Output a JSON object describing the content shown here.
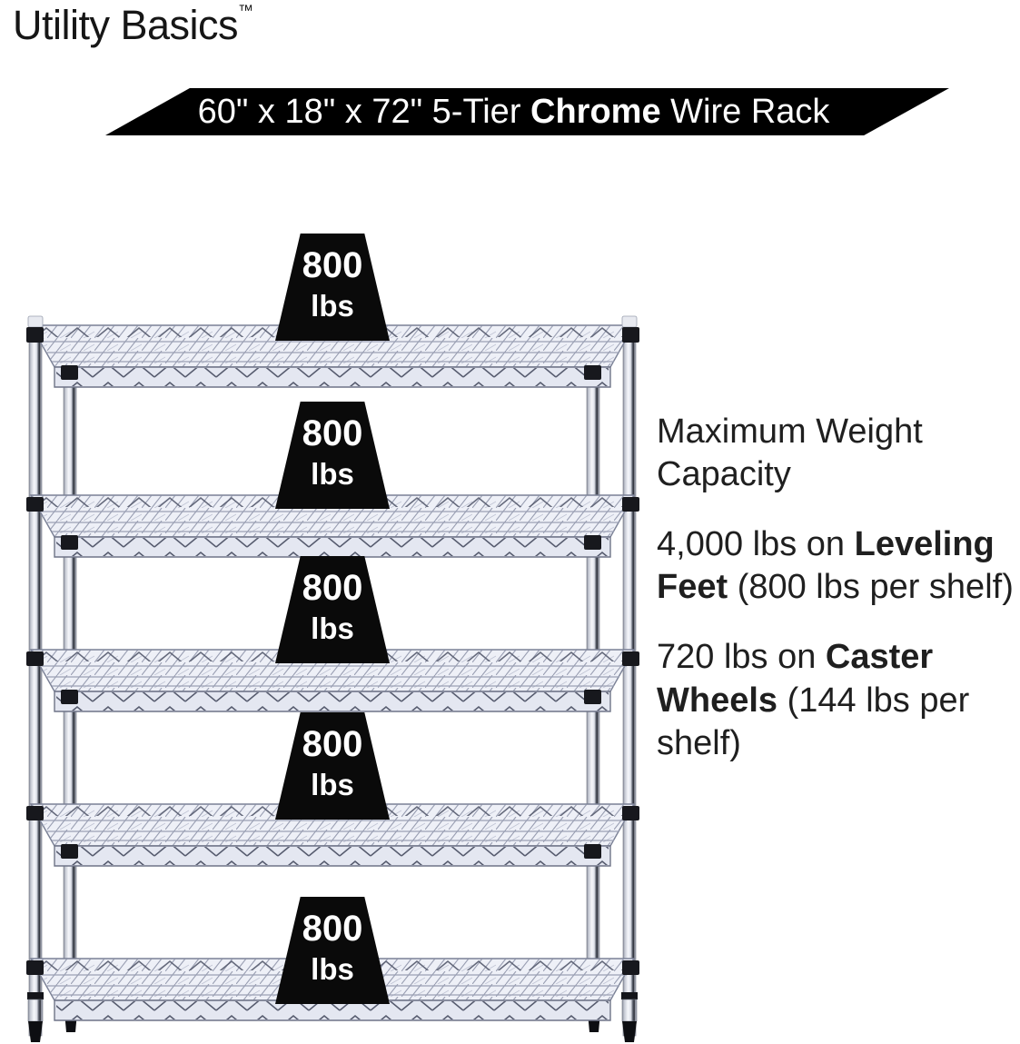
{
  "brand": {
    "name": "Utility Basics",
    "trademark": "™"
  },
  "banner": {
    "dimensions": "60\" x 18\" x 72\" 5-Tier ",
    "material": "Chrome",
    "product": " Wire Rack",
    "bg_color": "#000000",
    "text_color": "#ffffff"
  },
  "weight_badges": [
    {
      "value": "800",
      "unit": "lbs"
    },
    {
      "value": "800",
      "unit": "lbs"
    },
    {
      "value": "800",
      "unit": "lbs"
    },
    {
      "value": "800",
      "unit": "lbs"
    },
    {
      "value": "800",
      "unit": "lbs"
    }
  ],
  "info": {
    "heading": "Maximum Weight Capacity",
    "leveling_prefix": "4,000 lbs on ",
    "leveling_bold": "Leveling Feet",
    "leveling_suffix": " (800 lbs per shelf)",
    "caster_prefix": "720 lbs on ",
    "caster_bold": "Caster Wheels",
    "caster_suffix": " (144 lbs per shelf)"
  },
  "rack": {
    "description": "5-tier chrome wire shelving rack",
    "tiers": 5,
    "colors": {
      "chrome_light": "#f6f7fb",
      "chrome_mid": "#c6cad4",
      "chrome_dark": "#2e313a",
      "shelf_fill": "#eef0f7",
      "wire": "#7a8095",
      "accent_black": "#14151a"
    }
  }
}
